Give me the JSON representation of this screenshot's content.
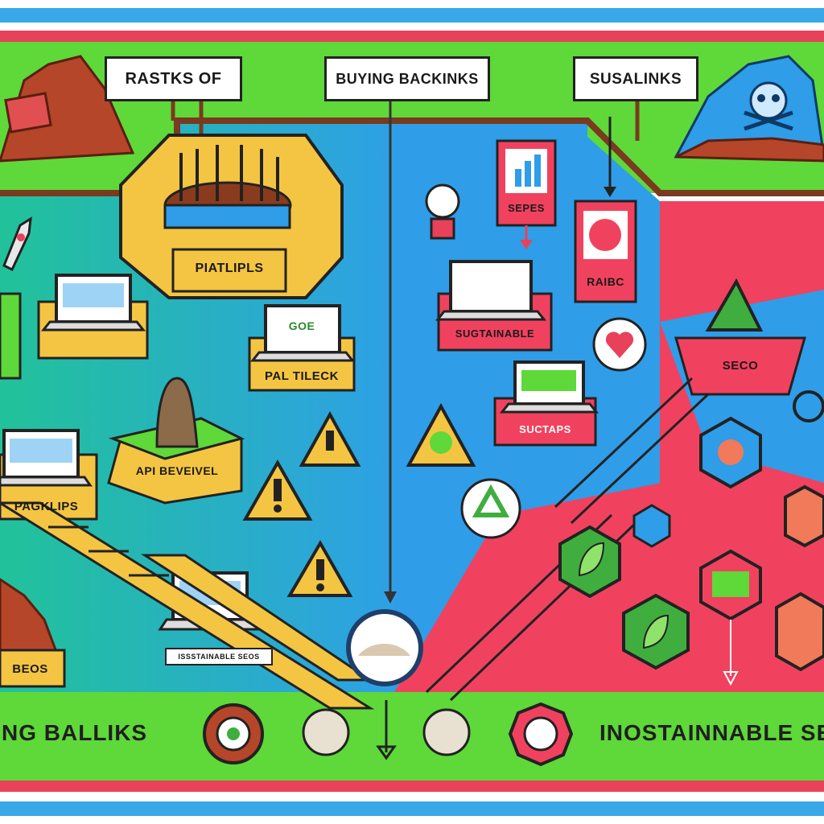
{
  "colors": {
    "frame_blue": "#39a8e8",
    "frame_red": "#e8415a",
    "green": "#5fd83a",
    "teal": "#1fbf9a",
    "blue": "#2f9de8",
    "red": "#f0425f",
    "yellow": "#f4c542",
    "brown": "#b5462a"
  },
  "header": {
    "left_sign": "RASTKS OF",
    "center_sign": "BUYING BACKINKS",
    "right_sign": "SUSALINKS"
  },
  "labels": {
    "platform_top": "PIATLIPLS",
    "laptop_pal": "PAL TILECK",
    "laptop_screen_text": "GOE",
    "api": "API BEVEIVEL",
    "packlips": "PAGKLIPS",
    "seos": "BEOS",
    "laptop_bottom_caption": "ISSSTAINABLE SEOS",
    "sepes": "SEPES",
    "raibc": "RAIBC",
    "sustainable": "SUGTAINABLE",
    "suctaps": "SUCTAPS",
    "seco": "SECO"
  },
  "footer": {
    "left_title": "NG BALLIKS",
    "right_title": "INOSTAINNABLE SE"
  },
  "icons": [
    "rocket-icon",
    "laptop-icon",
    "warning-icon",
    "lightbulb-icon",
    "bar-chart-icon",
    "heart-icon",
    "recycle-icon",
    "leaf-icon",
    "skull-icon",
    "pyramid-icon",
    "hexagon-node-icon",
    "gear-icon",
    "magnifier-icon",
    "arrow-down-icon"
  ]
}
